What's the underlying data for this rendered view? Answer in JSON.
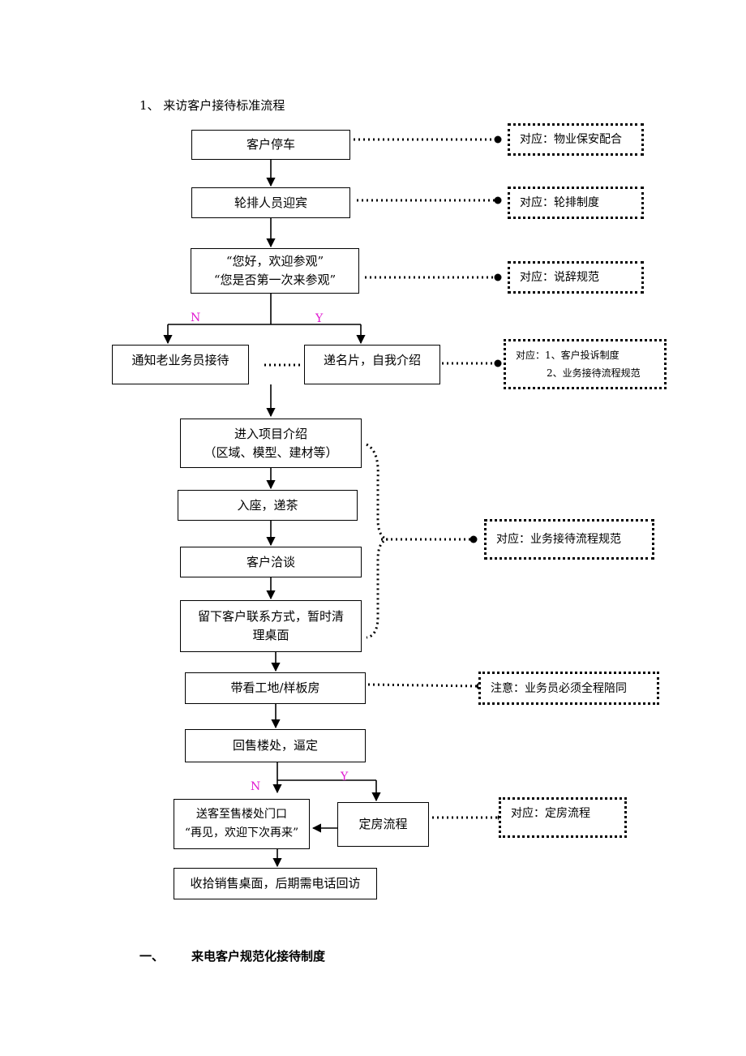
{
  "section_title": "1、 来访客户接待标准流程",
  "steps": {
    "parking": "客户停车",
    "greet": "轮排人员迎宾",
    "welcome_line1": "“您好，欢迎参观”",
    "welcome_line2": "“您是否第一次来参观”",
    "notify_old": "通知老业务员接待",
    "card_intro": "递名片，自我介绍",
    "project_line1": "进入项目介绍",
    "project_line2": "（区域、模型、建材等）",
    "seat_tea": "入座，递茶",
    "negotiate": "客户洽谈",
    "contact_line1": "留下客户联系方式，暂时清",
    "contact_line2": "理桌面",
    "site_visit": "带看工地/样板房",
    "return_office": "回售楼处，逼定",
    "send_off_line1": "送客至售楼处门口",
    "send_off_line2": "“再见，欢迎下次再来”",
    "booking": "定房流程",
    "cleanup": "收拾销售桌面，后期需电话回访"
  },
  "notes": {
    "security": "对应：物业保安配合",
    "rotation": "对应：轮排制度",
    "script": "对应：说辞规范",
    "complaint_line1": "对应：1、客户投诉制度",
    "complaint_line2": "2、业务接待流程规范",
    "reception": "对应：业务接待流程规范",
    "accompany": "注意：业务员必须全程陪同",
    "booking_flow": "对应：定房流程"
  },
  "branch_labels": {
    "no1": "N",
    "yes1": "Y",
    "no2": "N",
    "yes2": "Y"
  },
  "footer_heading": {
    "number": "一、",
    "title": "来电客户规范化接待制度"
  }
}
